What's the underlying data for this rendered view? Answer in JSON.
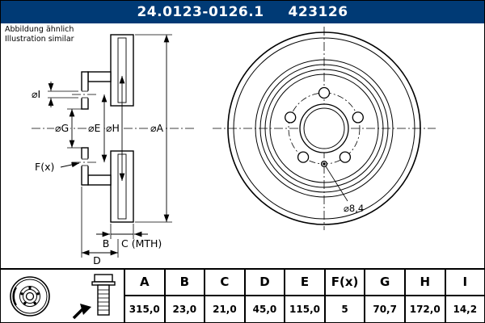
{
  "header": {
    "part_number": "24.0123-0126.1",
    "catalog_number": "423126"
  },
  "note": {
    "line1": "Abbildung ähnlich",
    "line2": "Illustration similar"
  },
  "drawing": {
    "labels": {
      "dia_i": "⌀I",
      "dia_g": "⌀G",
      "dia_e": "⌀E",
      "dia_h": "⌀H",
      "dia_a": "⌀A",
      "f": "F(x)",
      "b": "B",
      "c_mth": "C (MTH)",
      "d": "D",
      "hole_dia": "⌀8,4"
    }
  },
  "table": {
    "columns": [
      "A",
      "B",
      "C",
      "D",
      "E",
      "F(x)",
      "G",
      "H",
      "I"
    ],
    "values": [
      "315,0",
      "23,0",
      "21,0",
      "45,0",
      "115,0",
      "5",
      "70,7",
      "172,0",
      "14,2"
    ]
  },
  "colors": {
    "header_bg": "#003a75",
    "line": "#000000",
    "background": "#ffffff"
  }
}
